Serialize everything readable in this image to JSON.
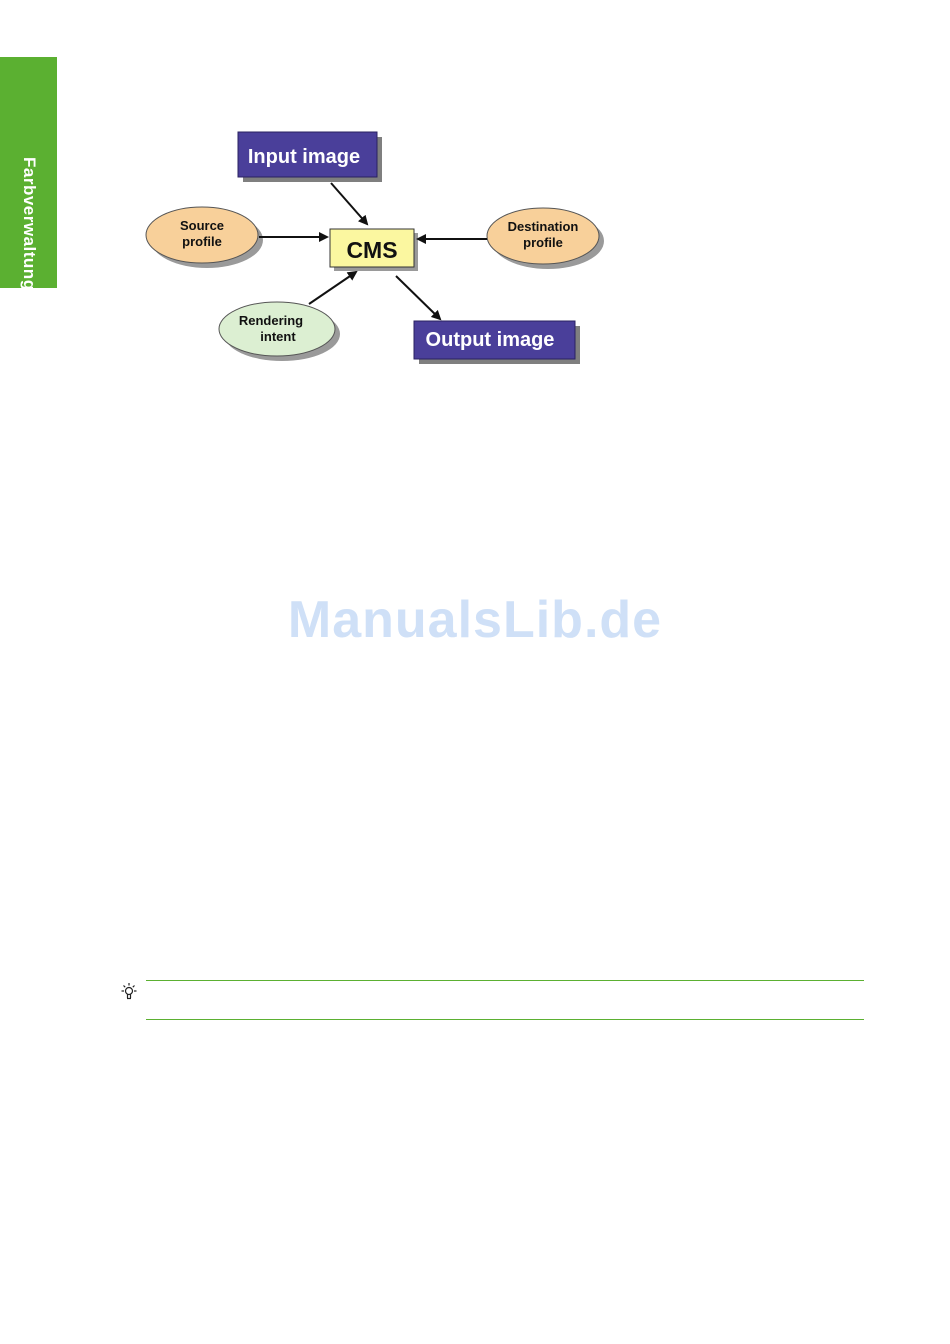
{
  "side_tab": {
    "label": "Farbverwaltung"
  },
  "diagram": {
    "input_image": "Input image",
    "output_image": "Output image",
    "cms": "CMS",
    "source_profile": [
      "Source",
      "profile"
    ],
    "destination_profile": [
      "Destination",
      "profile"
    ],
    "rendering_intent": [
      "Rendering",
      "intent"
    ]
  },
  "watermark": "ManualsLib.de",
  "tip": {
    "icon": "lightbulb-icon"
  },
  "colors": {
    "accent_green": "#5bb031",
    "box_purple": "#4a3f9a",
    "cms_yellow": "#fbf7a0",
    "profile_orange": "#f8d09a",
    "intent_green": "#dcefd2"
  }
}
